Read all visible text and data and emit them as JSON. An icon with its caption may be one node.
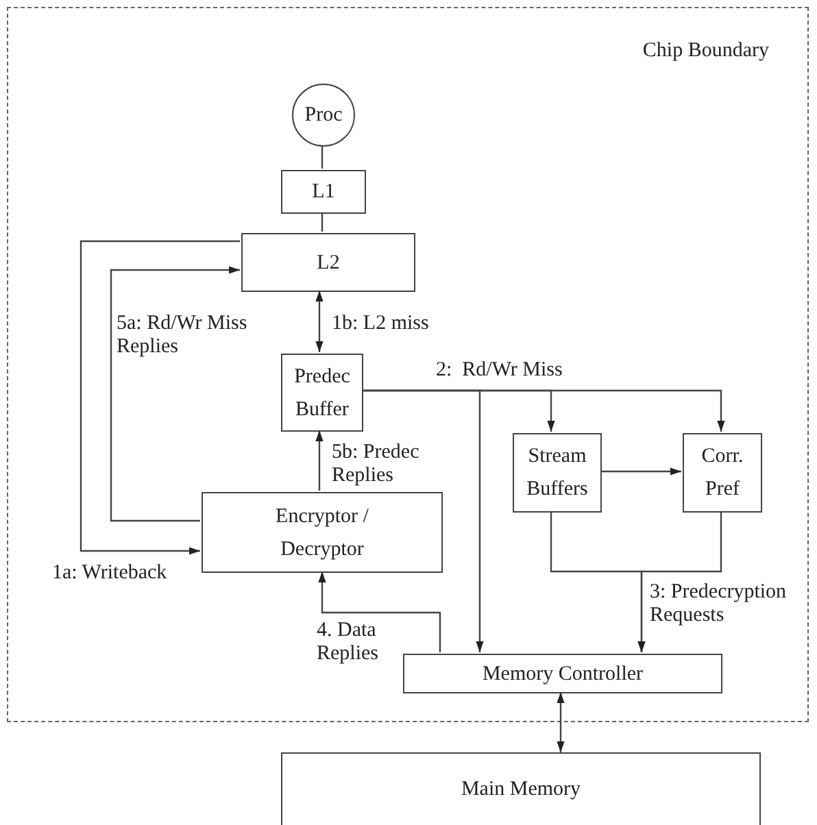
{
  "diagram": {
    "nodes": [
      {
        "text": [
          "Chip Boundary"
        ]
      },
      {
        "text": [
          "Proc"
        ],
        "in": 0
      },
      {
        "text": [
          "L1"
        ],
        "in": 0
      },
      {
        "text": [
          "L2"
        ],
        "in": 0
      },
      {
        "text": [
          "Predec Buffer"
        ],
        "in": 0
      },
      {
        "text": [
          "Stream Buffers"
        ],
        "in": 0
      },
      {
        "text": [
          "Corr. Pref"
        ],
        "in": 0
      },
      {
        "text": [
          "Encryptor / Decryptor"
        ],
        "in": 0
      },
      {
        "text": [
          "Memory Controller"
        ],
        "in": 0
      },
      {
        "text": [
          "Main Memory"
        ]
      }
    ],
    "edges": [
      {
        "from": 1,
        "to": 2,
        "arrow": "none"
      },
      {
        "from": 2,
        "to": 3,
        "arrow": "none"
      },
      {
        "from": 3,
        "to": 7,
        "arrow": "to",
        "label": "1a: Writeback"
      },
      {
        "from": 7,
        "to": 3,
        "arrow": "to",
        "label": "5a: Rd/Wr Miss Replies"
      },
      {
        "from": 3,
        "to": 4,
        "arrow": "both",
        "label": "1b: L2 miss"
      },
      {
        "from": 7,
        "to": 4,
        "arrow": "to",
        "label": "5b: Predec Replies"
      },
      {
        "from": 4,
        "to": 5,
        "arrow": "to",
        "label": "2:  Rd/Wr Miss"
      },
      {
        "from": 4,
        "to": 6,
        "arrow": "to"
      },
      {
        "from": 4,
        "to": 8,
        "arrow": "to"
      },
      {
        "from": 5,
        "to": 6,
        "arrow": "to"
      },
      {
        "from": 5,
        "to": 8,
        "arrow": "to",
        "label": "3: Predecryption Requests"
      },
      {
        "from": 6,
        "to": 8,
        "arrow": "to"
      },
      {
        "from": 8,
        "to": 7,
        "arrow": "to",
        "label": "4. Data Replies"
      },
      {
        "from": 8,
        "to": 9,
        "arrow": "both"
      }
    ]
  }
}
